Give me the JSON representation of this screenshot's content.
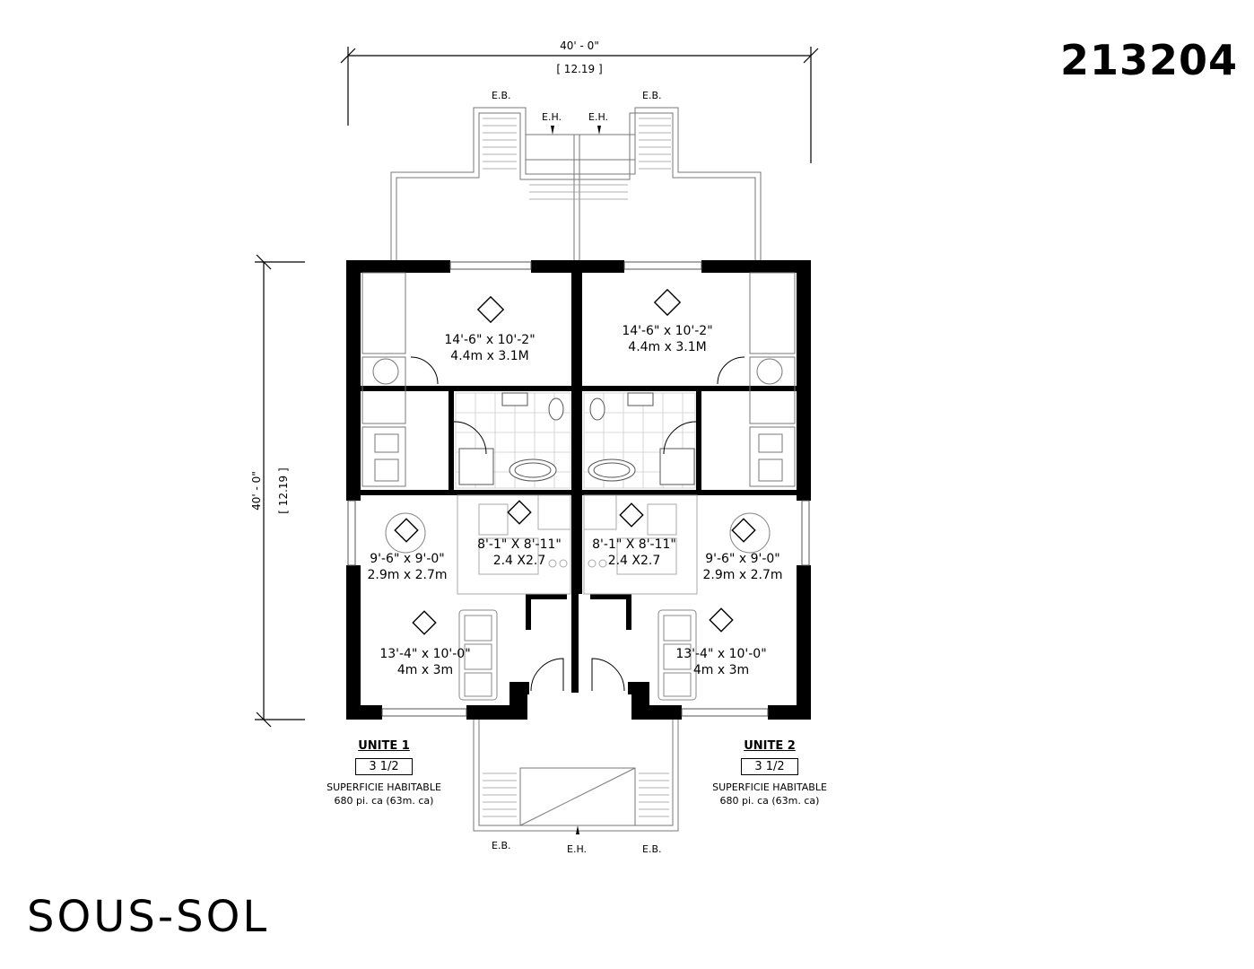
{
  "plan_number": "213204",
  "level_name": "SOUS-SOL",
  "dimensions": {
    "width_imperial": "40' - 0\"",
    "width_metric": "[ 12.19 ]",
    "depth_imperial": "40' - 0\"",
    "depth_metric": "[ 12.19 ]"
  },
  "markers": {
    "eb": "E.B.",
    "eh": "E.H."
  },
  "rooms": {
    "bedroom": {
      "imperial": "14'-6\" x 10'-2\"",
      "metric": "4.4m x 3.1M"
    },
    "kitchen": {
      "imperial": "8'-1\" X 8'-11\"",
      "metric": "2.4 X2.7"
    },
    "dining": {
      "imperial": "9'-6\" x 9'-0\"",
      "metric": "2.9m x 2.7m"
    },
    "living": {
      "imperial": "13'-4\" x 10'-0\"",
      "metric": "4m x 3m"
    }
  },
  "units": [
    {
      "title": "UNITE 1",
      "type": "3 1/2",
      "area_label": "SUPERFICIE HABITABLE",
      "area": "680 pi. ca (63m. ca)"
    },
    {
      "title": "UNITE 2",
      "type": "3 1/2",
      "area_label": "SUPERFICIE HABITABLE",
      "area": "680 pi. ca (63m. ca)"
    }
  ],
  "colors": {
    "wall": "#000000",
    "line": "#777777",
    "tile": "#cfcfcf"
  }
}
